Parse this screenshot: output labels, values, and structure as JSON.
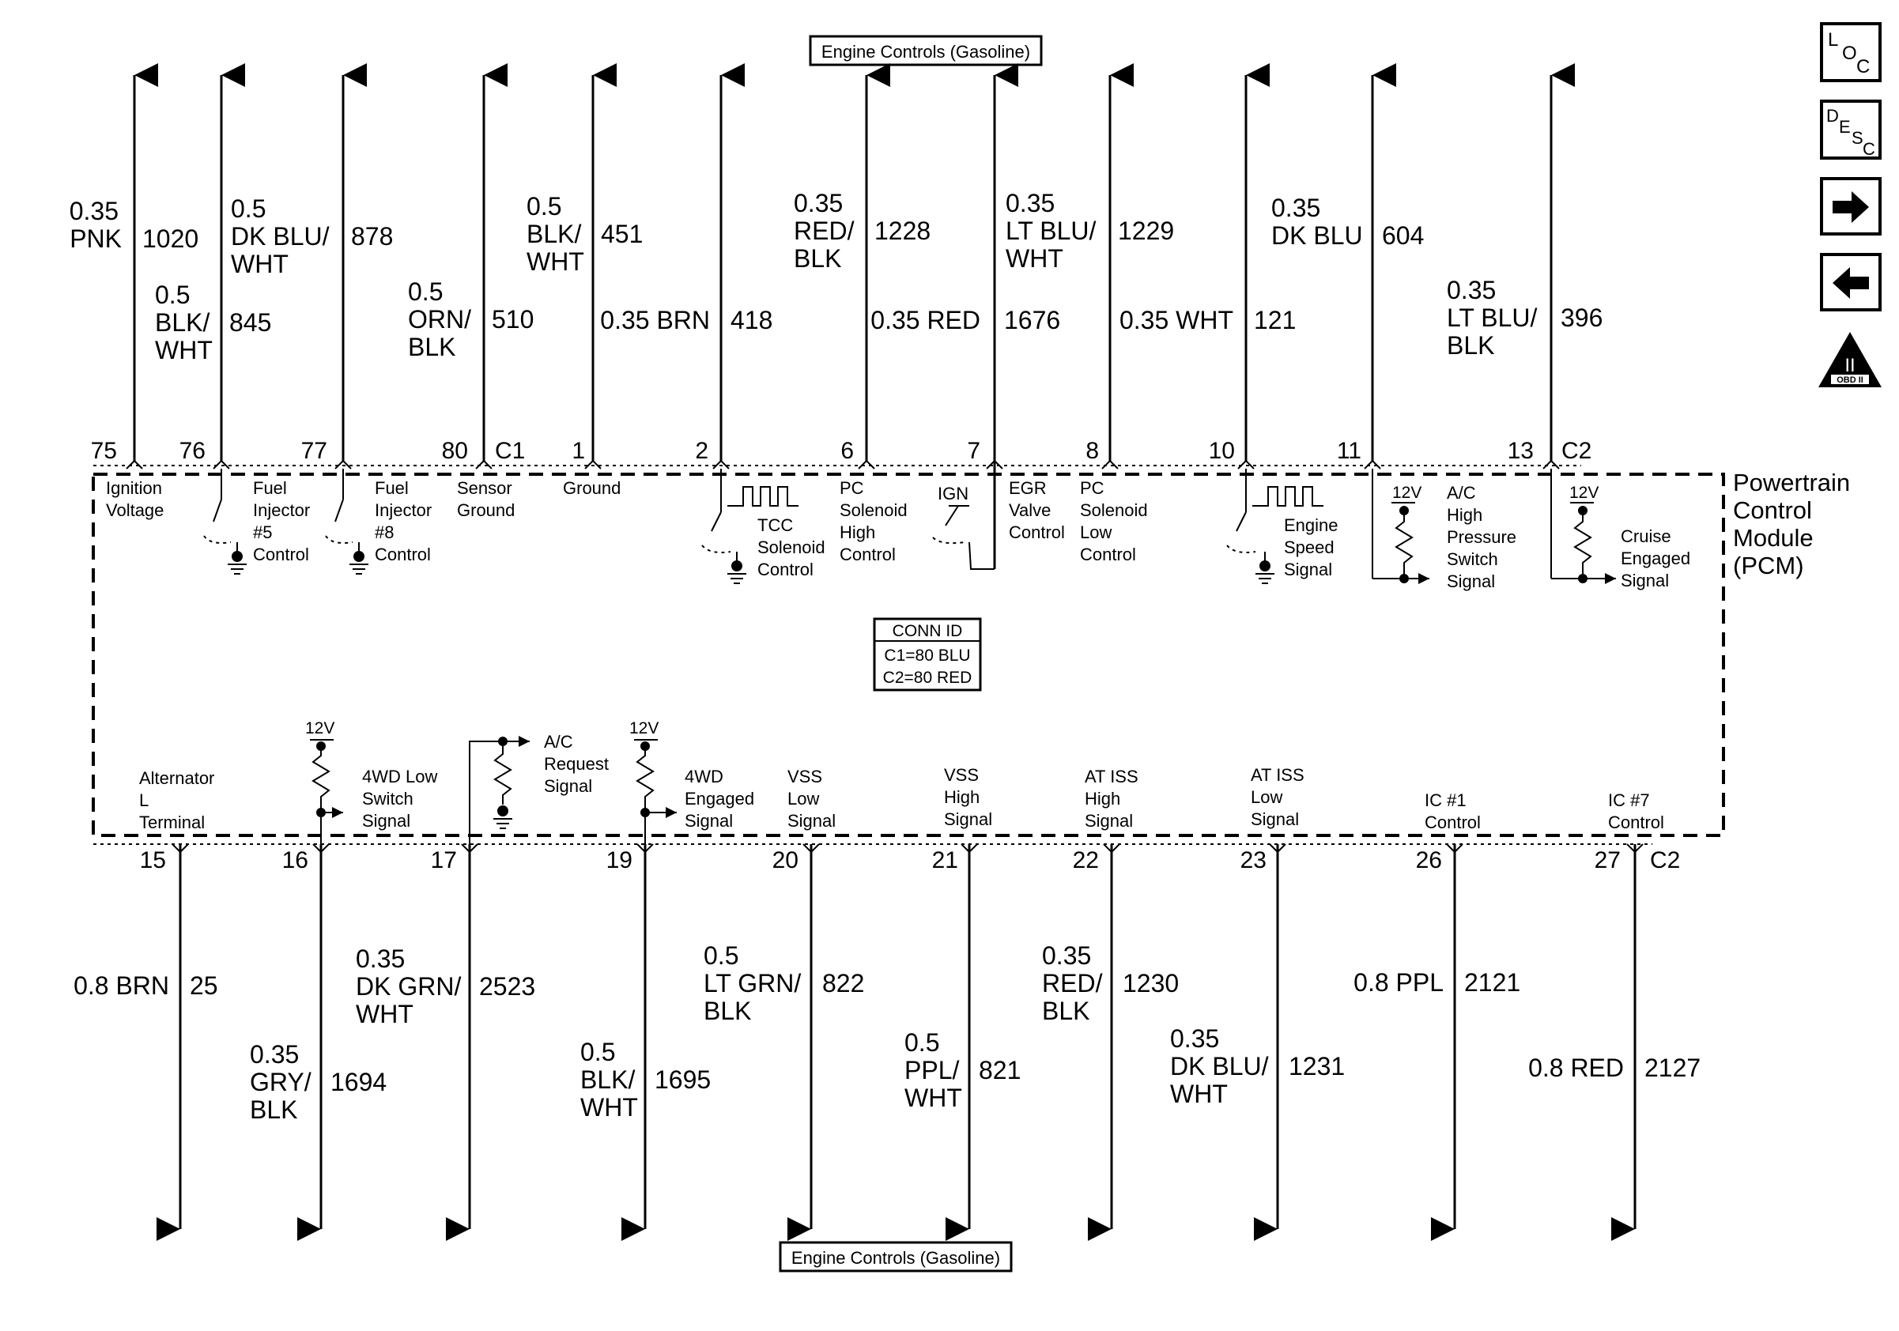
{
  "references": {
    "top": "Engine Controls (Gasoline)",
    "bottom": "Engine Controls (Gasoline)"
  },
  "module": {
    "lines": [
      "Powertrain",
      "Control",
      "Module",
      "(PCM)"
    ]
  },
  "conn_id": {
    "title": "CONN ID",
    "lines": [
      "C1=80 BLU",
      "C2=80 RED"
    ]
  },
  "connectors": {
    "c1": "C1",
    "c2_top": "C2",
    "c2_bottom": "C2"
  },
  "nav": {
    "loc": {
      "main": "L",
      "sub1": "O",
      "sub2": "C"
    },
    "desc": {
      "main": "D",
      "sub1": "E",
      "sub2": "S",
      "sub3": "C"
    },
    "obd": {
      "roman": "II",
      "text": "OBD II"
    }
  },
  "top_circuits": [
    {
      "pin": "75",
      "size_color": [
        "0.35",
        "PNK"
      ],
      "circuit": "1020",
      "func": [
        "Ignition",
        "Voltage"
      ]
    },
    {
      "pin": "76",
      "size_color": [
        "0.5",
        "BLK/",
        "WHT"
      ],
      "circuit": "845",
      "func": [
        "Fuel",
        "Injector",
        "#5",
        "Control"
      ]
    },
    {
      "pin": "77",
      "size_color": [
        "0.5",
        "DK BLU/",
        "WHT"
      ],
      "circuit": "878",
      "func": [
        "Fuel",
        "Injector",
        "#8",
        "Control"
      ]
    },
    {
      "pin": "80",
      "size_color": [
        "0.5",
        "ORN/",
        "BLK"
      ],
      "circuit": "510",
      "func": [
        "Sensor",
        "Ground"
      ]
    },
    {
      "pin": "1",
      "size_color": [
        "0.5",
        "BLK/",
        "WHT"
      ],
      "circuit": "451",
      "func": [
        "Ground"
      ]
    },
    {
      "pin": "2",
      "size_color": [
        "0.35 BRN"
      ],
      "circuit": "418",
      "func": [
        "TCC",
        "Solenoid",
        "Control"
      ]
    },
    {
      "pin": "6",
      "size_color": [
        "0.35",
        "RED/",
        "BLK"
      ],
      "circuit": "1228",
      "func": [
        "PC",
        "Solenoid",
        "High",
        "Control"
      ]
    },
    {
      "pin": "7",
      "size_color": [
        "0.35 RED"
      ],
      "circuit": "1676",
      "func": [
        "EGR",
        "Valve",
        "Control"
      ],
      "ign": "IGN"
    },
    {
      "pin": "8",
      "size_color": [
        "0.35",
        "LT BLU/",
        "WHT"
      ],
      "circuit": "1229",
      "func": [
        "PC",
        "Solenoid",
        "Low",
        "Control"
      ]
    },
    {
      "pin": "10",
      "size_color": [
        "0.35 WHT"
      ],
      "circuit": "121",
      "func": [
        "Engine",
        "Speed",
        "Signal"
      ]
    },
    {
      "pin": "11",
      "size_color": [
        "0.35",
        "DK BLU"
      ],
      "circuit": "604",
      "func": [
        "A/C",
        "High",
        "Pressure",
        "Switch",
        "Signal"
      ],
      "volt": "12V"
    },
    {
      "pin": "13",
      "size_color": [
        "0.35",
        "LT BLU/",
        "BLK"
      ],
      "circuit": "396",
      "func": [
        "Cruise",
        "Engaged",
        "Signal"
      ],
      "volt": "12V"
    }
  ],
  "bottom_circuits": [
    {
      "pin": "15",
      "size_color": [
        "0.8 BRN"
      ],
      "circuit": "25",
      "func": [
        "Alternator",
        "L",
        "Terminal"
      ]
    },
    {
      "pin": "16",
      "size_color": [
        "0.35",
        "GRY/",
        "BLK"
      ],
      "circuit": "1694",
      "func": [
        "4WD Low",
        "Switch",
        "Signal"
      ],
      "volt": "12V"
    },
    {
      "pin": "17",
      "size_color": [
        "0.35",
        "DK GRN/",
        "WHT"
      ],
      "circuit": "2523",
      "func": [
        "A/C",
        "Request",
        "Signal"
      ]
    },
    {
      "pin": "19",
      "size_color": [
        "0.5",
        "BLK/",
        "WHT"
      ],
      "circuit": "1695",
      "func": [
        "4WD",
        "Engaged",
        "Signal"
      ],
      "volt": "12V"
    },
    {
      "pin": "20",
      "size_color": [
        "0.5",
        "LT GRN/",
        "BLK"
      ],
      "circuit": "822",
      "func": [
        "VSS",
        "Low",
        "Signal"
      ]
    },
    {
      "pin": "21",
      "size_color": [
        "0.5",
        "PPL/",
        "WHT"
      ],
      "circuit": "821",
      "func": [
        "VSS",
        "High",
        "Signal"
      ]
    },
    {
      "pin": "22",
      "size_color": [
        "0.35",
        "RED/",
        "BLK"
      ],
      "circuit": "1230",
      "func": [
        "AT ISS",
        "High",
        "Signal"
      ]
    },
    {
      "pin": "23",
      "size_color": [
        "0.35",
        "DK BLU/",
        "WHT"
      ],
      "circuit": "1231",
      "func": [
        "AT ISS",
        "Low",
        "Signal"
      ]
    },
    {
      "pin": "26",
      "size_color": [
        "0.8 PPL"
      ],
      "circuit": "2121",
      "func": [
        "IC #1",
        "Control"
      ]
    },
    {
      "pin": "27",
      "size_color": [
        "0.8 RED"
      ],
      "circuit": "2127",
      "func": [
        "IC #7",
        "Control"
      ]
    }
  ]
}
